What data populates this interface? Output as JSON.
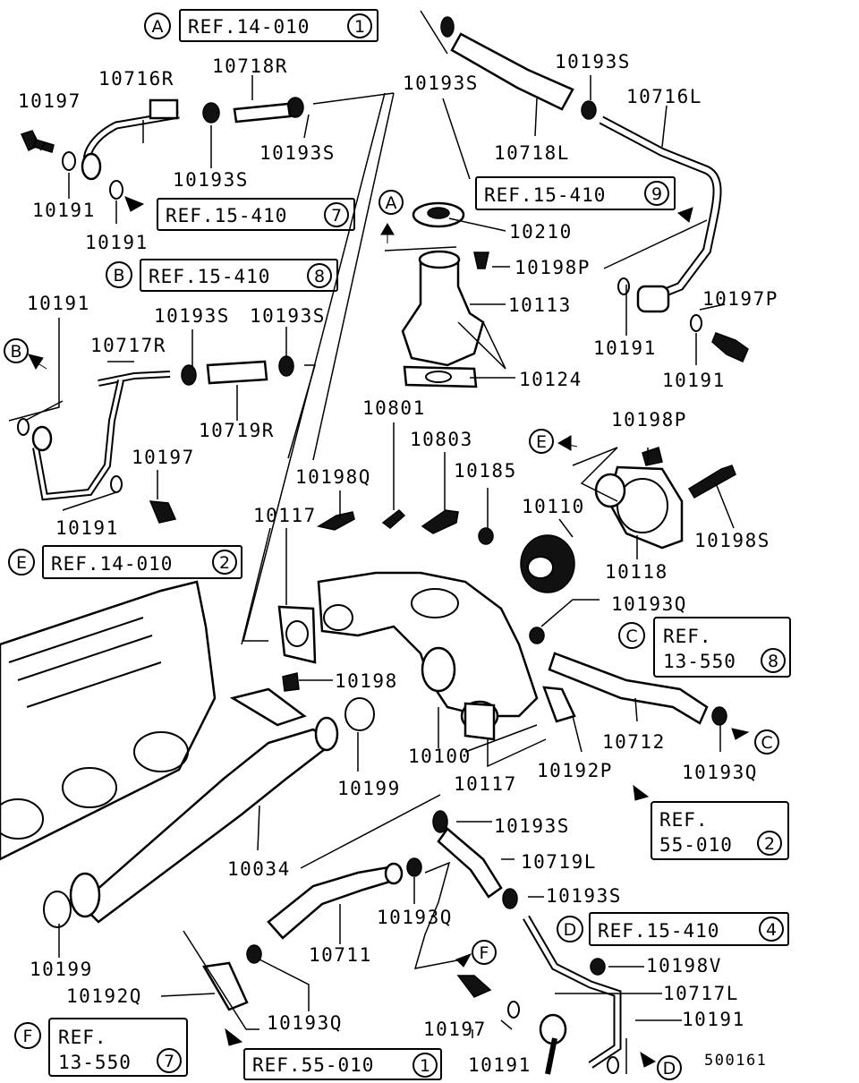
{
  "labels": {
    "p10197a": "10197",
    "p10716R": "10716R",
    "p10718R": "10718R",
    "p10193S_top": "10193S",
    "p10193S_a": "10193S",
    "p10193S_b": "10193S",
    "p10193S_c": "10193S",
    "p10191_a": "10191",
    "p10191_b": "10191",
    "p10718L": "10718L",
    "p10716L": "10716L",
    "p10210": "10210",
    "p10198P_a": "10198P",
    "p10113": "10113",
    "p10197P": "10197P",
    "p10191_c": "10191",
    "p10191_d": "10191",
    "p10124": "10124",
    "p10191_e": "10191",
    "p10193S_d": "10193S",
    "p10193S_e": "10193S",
    "p10717R": "10717R",
    "p10719R": "10719R",
    "p10197b": "10197",
    "p10191_f": "10191",
    "p10801": "10801",
    "p10803": "10803",
    "p10198Q": "10198Q",
    "p10185": "10185",
    "p10198P_b": "10198P",
    "p10110": "10110",
    "p10198S": "10198S",
    "p10117_a": "10117",
    "p10118": "10118",
    "p10193Q_a": "10193Q",
    "p10198": "10198",
    "p10712": "10712",
    "p10199_a": "10199",
    "p10100": "10100",
    "p10117_b": "10117",
    "p10192P": "10192P",
    "p10193Q_b": "10193Q",
    "p10193S_f": "10193S",
    "p10719L": "10719L",
    "p10034": "10034",
    "p10193S_g": "10193S",
    "p10193Q_c": "10193Q",
    "p10711": "10711",
    "p10199_b": "10199",
    "p10198V": "10198V",
    "p10192Q": "10192Q",
    "p10717L": "10717L",
    "p10193Q_d": "10193Q",
    "p10197c": "10197",
    "p10191_g": "10191",
    "p10191_h": "10191",
    "code": "500161"
  },
  "refs": {
    "refA": {
      "text": "REF.14-010",
      "num": "1"
    },
    "ref7": {
      "text": "REF.15-410",
      "num": "7"
    },
    "refB": {
      "text": "REF.15-410",
      "num": "8"
    },
    "ref9": {
      "text": "REF.15-410",
      "num": "9"
    },
    "refE": {
      "text": "REF.14-010",
      "num": "2"
    },
    "refC_l1": "REF.",
    "refC_l2": "13-550",
    "refC_num": "8",
    "ref55_l1": "REF.",
    "ref55_l2": "55-010",
    "ref55_num": "2",
    "refD": {
      "text": "REF.15-410",
      "num": "4"
    },
    "refF_l1": "REF.",
    "refF_l2": "13-550",
    "refF_num": "7",
    "ref5501": {
      "text": "REF.55-010",
      "num": "1"
    }
  },
  "markers": {
    "A": "A",
    "B": "B",
    "C": "C",
    "D": "D",
    "E": "E",
    "F": "F"
  }
}
